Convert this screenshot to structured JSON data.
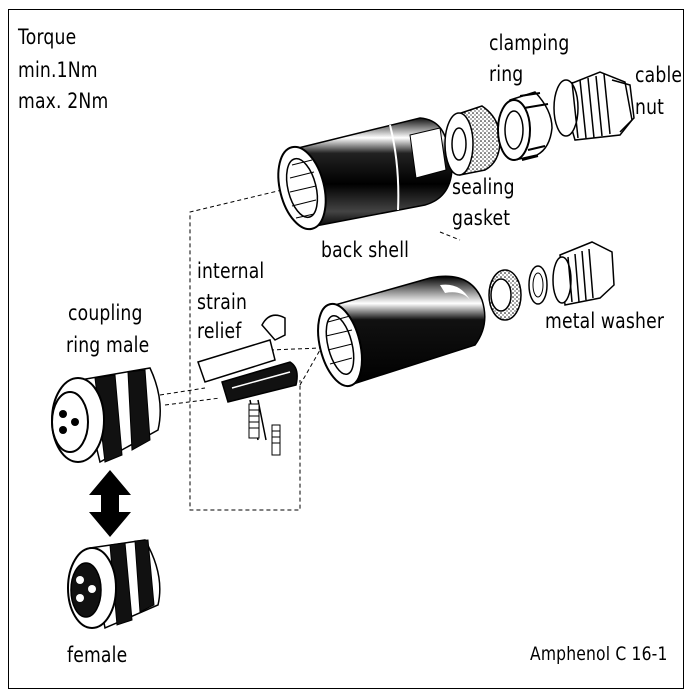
{
  "labels": {
    "torque_line1": "Torque",
    "torque_line2": "min.1Nm",
    "torque_line3": "max. 2Nm",
    "clamping_line1": "clamping",
    "clamping_line2": "ring",
    "cable_line1": "cable",
    "cable_line2": "nut",
    "sealing_line1": "sealing",
    "sealing_line2": "gasket",
    "back_shell": "back shell",
    "internal_line1": "internal",
    "internal_line2": "strain",
    "internal_line3": "relief",
    "coupling_line1": "coupling",
    "coupling_line2": "ring male",
    "metal_washer": "metal washer",
    "female": "female",
    "model": "Amphenol C 16-1"
  },
  "colors": {
    "ink": "#000000",
    "paper": "#ffffff",
    "shade": "#333333"
  }
}
